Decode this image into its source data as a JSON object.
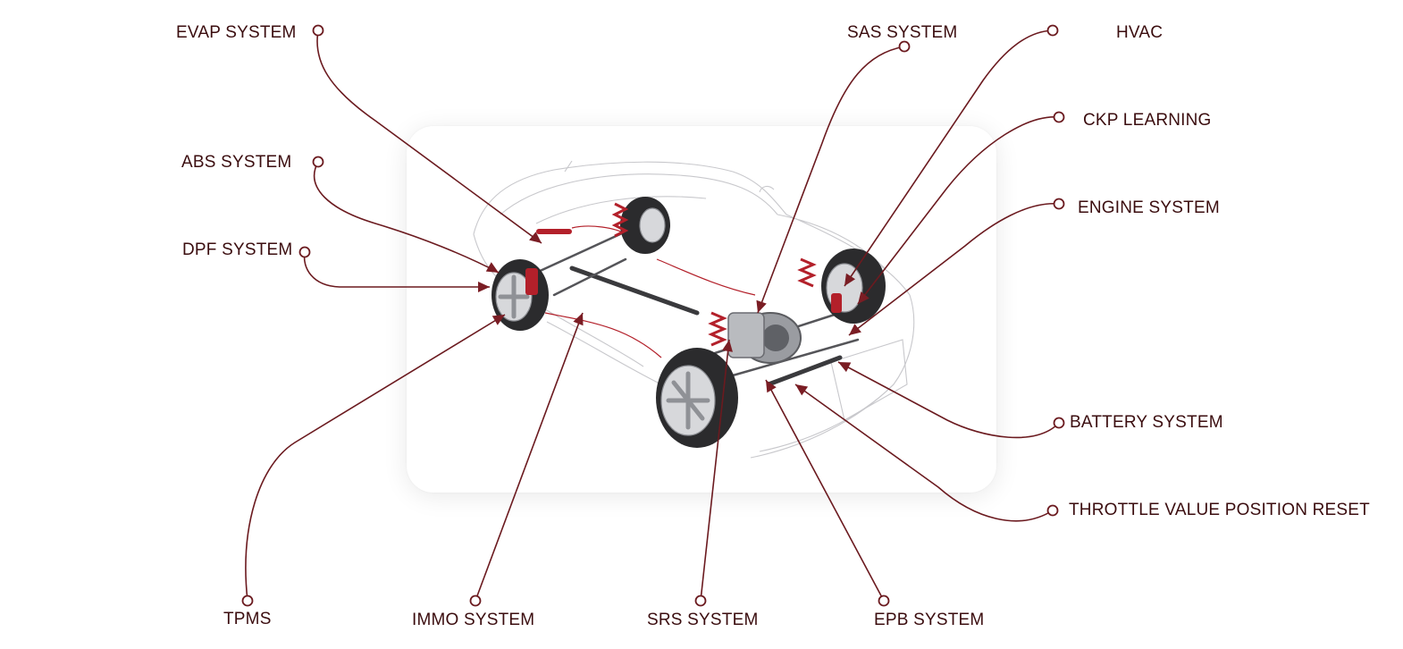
{
  "diagram": {
    "systems": {
      "evap": "EVAP SYSTEM",
      "abs": "ABS SYSTEM",
      "dpf": "DPF SYSTEM",
      "tpms": "TPMS",
      "immo": "IMMO SYSTEM",
      "srs": "SRS SYSTEM",
      "epb": "EPB SYSTEM",
      "sas": "SAS SYSTEM",
      "hvac": "HVAC",
      "ckp": "CKP LEARNING",
      "engine": "ENGINE SYSTEM",
      "battery": "BATTERY SYSTEM",
      "throttle": "THROTTLE VALUE POSITION RESET"
    },
    "colors": {
      "leader": "#6b1a1f",
      "label": "#3b0d0f",
      "accent": "#b3202a"
    },
    "illustration": "car-chassis-cutaway"
  }
}
